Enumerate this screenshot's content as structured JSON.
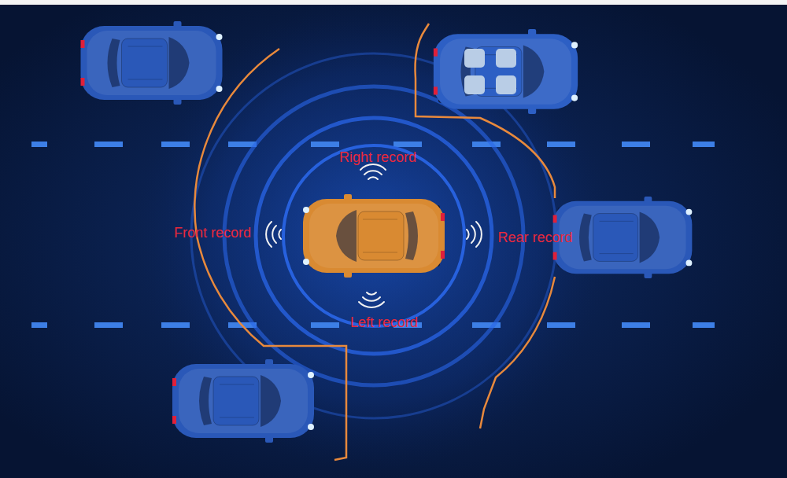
{
  "diagram": {
    "labels": [
      "Right record",
      "Front record",
      "Rear record",
      "Left record"
    ]
  }
}
